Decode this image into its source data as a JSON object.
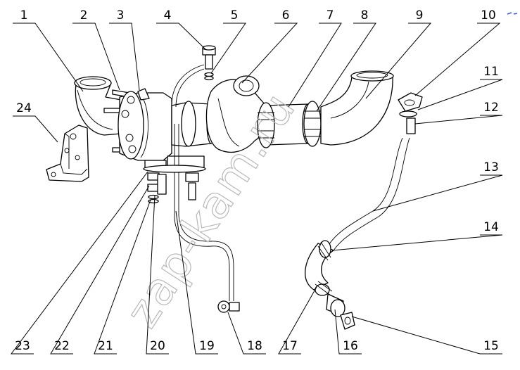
{
  "callouts": [
    {
      "id": "1",
      "label": "1"
    },
    {
      "id": "2",
      "label": "2"
    },
    {
      "id": "3",
      "label": "3"
    },
    {
      "id": "4",
      "label": "4"
    },
    {
      "id": "5",
      "label": "5"
    },
    {
      "id": "6",
      "label": "6"
    },
    {
      "id": "7",
      "label": "7"
    },
    {
      "id": "8",
      "label": "8"
    },
    {
      "id": "9",
      "label": "9"
    },
    {
      "id": "10",
      "label": "10"
    },
    {
      "id": "11",
      "label": "11"
    },
    {
      "id": "12",
      "label": "12"
    },
    {
      "id": "13",
      "label": "13"
    },
    {
      "id": "14",
      "label": "14"
    },
    {
      "id": "15",
      "label": "15"
    },
    {
      "id": "16",
      "label": "16"
    },
    {
      "id": "17",
      "label": "17"
    },
    {
      "id": "18",
      "label": "18"
    },
    {
      "id": "19",
      "label": "19"
    },
    {
      "id": "20",
      "label": "20"
    },
    {
      "id": "21",
      "label": "21"
    },
    {
      "id": "22",
      "label": "22"
    },
    {
      "id": "23",
      "label": "23"
    },
    {
      "id": "24",
      "label": "24"
    }
  ],
  "watermark": "zap-kam.ru"
}
